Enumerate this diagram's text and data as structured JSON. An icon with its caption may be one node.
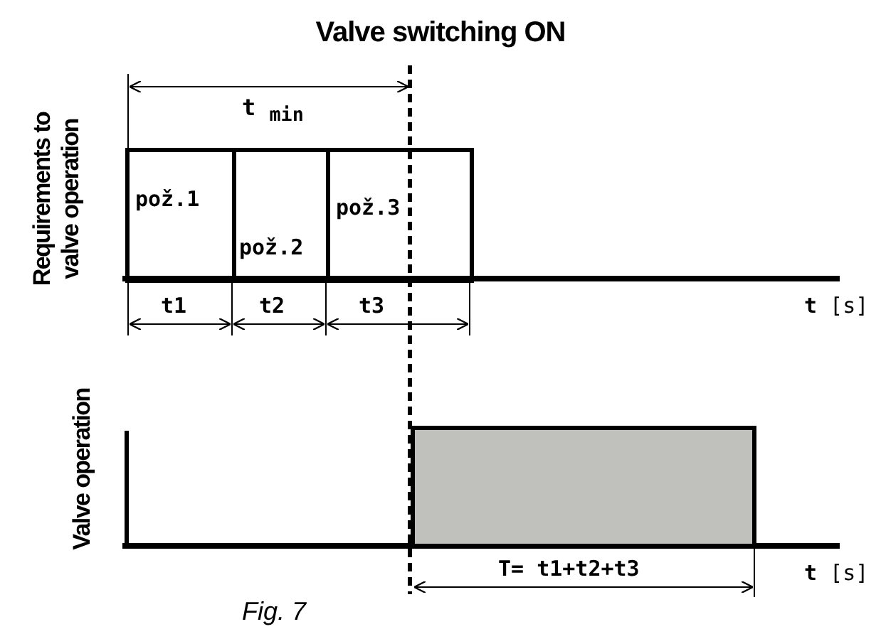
{
  "diagram": {
    "title": "Valve switching ON",
    "caption": "Fig. 7",
    "nodes": [
      {
        "text": [
          "pož.1"
        ]
      },
      {
        "text": [
          "pož.2"
        ]
      },
      {
        "text": [
          "pož.3"
        ]
      },
      {
        "text": [],
        "shape": "box"
      }
    ],
    "labels": [
      "Requirements to valve operation",
      "t $_{min}$",
      "t1",
      "t2",
      "t3",
      "**t** [s]",
      "Valve operation",
      "T= t1+t2+t3",
      "**t** [s]"
    ]
  }
}
